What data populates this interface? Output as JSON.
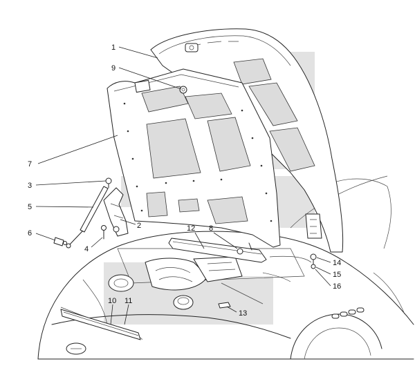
{
  "callouts": [
    {
      "id": "c1",
      "label": "1",
      "part": "hood-outer-panel"
    },
    {
      "id": "c2",
      "label": "2",
      "part": "hood-hinge"
    },
    {
      "id": "c3",
      "label": "3",
      "part": "strut-ball-stud"
    },
    {
      "id": "c4",
      "label": "4",
      "part": "hinge-bolt"
    },
    {
      "id": "c5",
      "label": "5",
      "part": "gas-strut"
    },
    {
      "id": "c6",
      "label": "6",
      "part": "strut-lower-mount"
    },
    {
      "id": "c7",
      "label": "7",
      "part": "hood-inner-insulation"
    },
    {
      "id": "c8",
      "label": "8",
      "part": "seal-retainer"
    },
    {
      "id": "c9",
      "label": "9",
      "part": "hood-bumper"
    },
    {
      "id": "c10",
      "label": "10",
      "part": "front-seal-strip"
    },
    {
      "id": "c11",
      "label": "11",
      "part": "front-seal-clip"
    },
    {
      "id": "c12",
      "label": "12",
      "part": "rear-seal-strip"
    },
    {
      "id": "c13",
      "label": "13",
      "part": "latch-release-grommet"
    },
    {
      "id": "c14",
      "label": "14",
      "part": "adjustable-bumper"
    },
    {
      "id": "c15",
      "label": "15",
      "part": "bumper-nut"
    },
    {
      "id": "c16",
      "label": "16",
      "part": "bumper-bracket"
    }
  ],
  "colors": {
    "watermark": "#e2e2e2",
    "line": "#222222",
    "background": "#ffffff"
  }
}
